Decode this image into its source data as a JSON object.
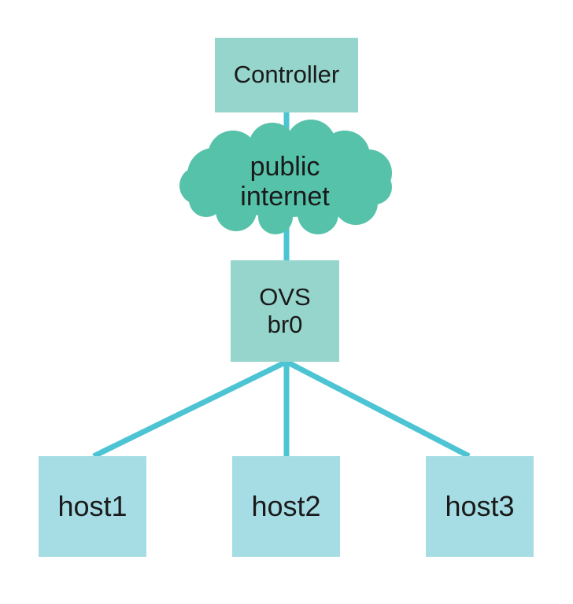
{
  "colors": {
    "link": "#4cc4d3",
    "controller_fill": "#95d5cb",
    "switch_fill": "#95d5cb",
    "cloud_fill": "#55c2a9",
    "host_fill": "#a6dde5",
    "text": "#1a1a1a"
  },
  "controller": {
    "label": "Controller"
  },
  "cloud": {
    "line1": "public",
    "line2": "internet",
    "icon": "cloud-icon"
  },
  "switch": {
    "line1": "OVS",
    "line2": "br0"
  },
  "hosts": [
    {
      "label": "host1"
    },
    {
      "label": "host2"
    },
    {
      "label": "host3"
    }
  ]
}
